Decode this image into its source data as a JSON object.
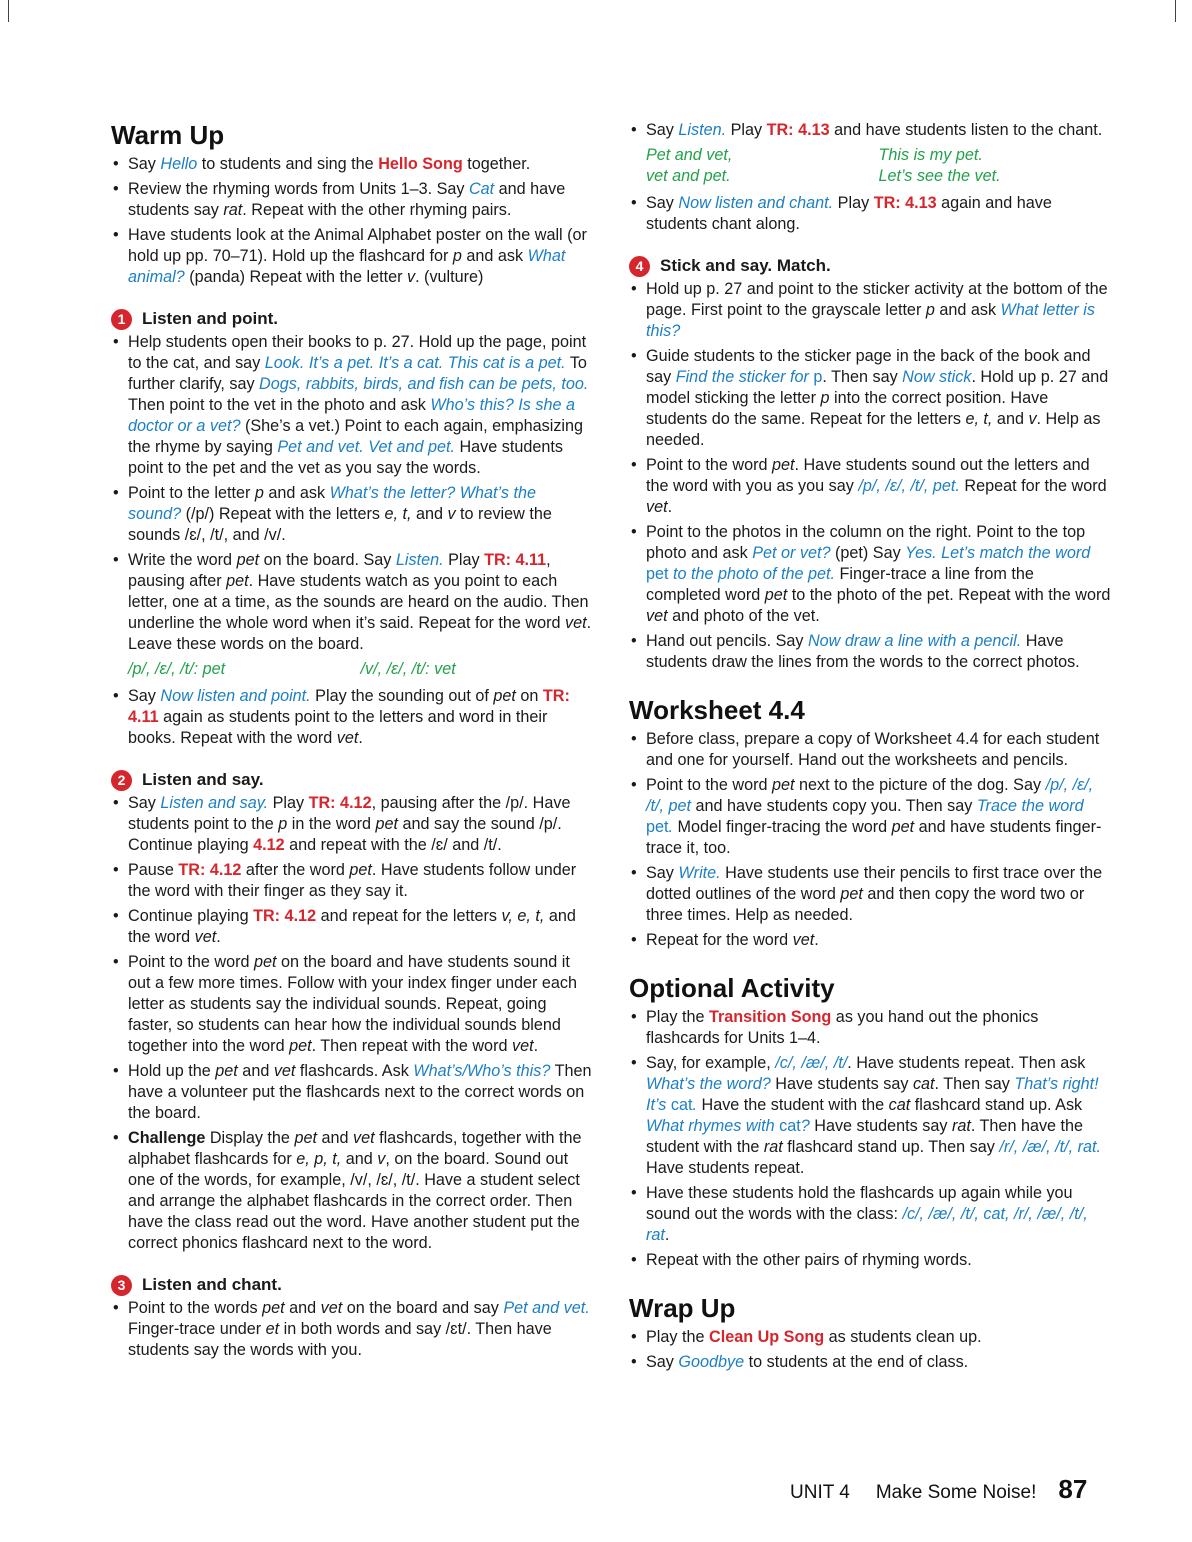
{
  "footer": {
    "unit": "UNIT 4",
    "title": "Make Some Noise!",
    "page": "87"
  },
  "warmup": {
    "heading": "Warm Up",
    "b1": [
      "Say ",
      "Hello",
      " to students and sing the ",
      "Hello Song",
      " together."
    ],
    "b2": [
      "Review the rhyming words from Units 1–3. Say ",
      "Cat",
      " and have students say ",
      "rat",
      ". Repeat with the other rhyming pairs."
    ],
    "b3": [
      "Have students look at the Animal Alphabet poster on the wall (or hold up pp. 70–71). Hold up the flashcard for ",
      "p",
      " and ask ",
      "What animal?",
      " (panda) Repeat with the letter ",
      "v",
      ". (vulture)"
    ]
  },
  "s1": {
    "num": "1",
    "heading": "Listen and point.",
    "b1": [
      "Help students open their books to p. 27. Hold up the page, point to the cat, and say ",
      "Look. It’s a pet. It’s a cat. This cat is a pet.",
      " To further clarify, say ",
      "Dogs, rabbits, birds, and fish can be pets, too.",
      " Then point to the vet in the photo and ask ",
      "Who’s this? Is she a doctor or a vet?",
      " (She’s a vet.) Point to each again, emphasizing the rhyme by saying ",
      "Pet and vet. Vet and pet.",
      " Have students point to the pet and the vet as you say the words."
    ],
    "b2": [
      "Point to the letter ",
      "p",
      " and ask ",
      "What’s the letter? What’s the sound?",
      " (/p/) Repeat with the letters ",
      "e, t,",
      " and ",
      "v",
      " to review the sounds /ɛ/, /t/, and /v/."
    ],
    "b3": [
      "Write the word ",
      "pet",
      " on the board. Say ",
      "Listen.",
      " Play ",
      "TR: 4.11",
      ", pausing after ",
      "pet",
      ". Have students watch as you point to each letter, one at a time, as the sounds are heard on the audio. Then underline the whole word when it’s said. Repeat for the word ",
      "vet",
      ". Leave these words on the board."
    ],
    "pair": [
      "/p/, /ɛ/, /t/: pet",
      "/v/, /ɛ/, /t/: vet"
    ],
    "b4": [
      "Say ",
      "Now listen and point.",
      " Play the sounding out of ",
      "pet",
      " on ",
      "TR: 4.11",
      " again as students point to the letters and word in their books. Repeat with the word ",
      "vet",
      "."
    ]
  },
  "s2": {
    "num": "2",
    "heading": "Listen and say.",
    "b1": [
      "Say ",
      "Listen and say.",
      " Play ",
      "TR: 4.12",
      ", pausing after the /p/. Have students point to the ",
      "p",
      " in the word ",
      "pet",
      " and say the sound /p/. Continue playing ",
      "4.12",
      " and repeat with the /ɛ/ and /t/."
    ],
    "b2": [
      "Pause ",
      "TR: 4.12",
      " after the word ",
      "pet",
      ". Have students follow under the word with their finger as they say it."
    ],
    "b3": [
      "Continue playing ",
      "TR: 4.12",
      " and repeat for the letters ",
      "v, e, t,",
      " and the word ",
      "vet",
      "."
    ],
    "b4": [
      "Point to the word ",
      "pet",
      " on the board and have students sound it out a few more times. Follow with your index finger under each letter as students say the individual sounds. Repeat, going faster, so students can hear how the individual sounds blend together into the word ",
      "pet",
      ". Then repeat with the word ",
      "vet",
      "."
    ],
    "b5": [
      "Hold up the ",
      "pet",
      " and ",
      "vet",
      " flashcards. Ask ",
      "What’s/Who’s this?",
      " Then have a volunteer put the flashcards next to the correct words on the board."
    ],
    "b6": [
      "Challenge",
      " Display the ",
      "pet",
      " and ",
      "vet",
      " flashcards, together with the alphabet flashcards for ",
      "e, p, t,",
      " and ",
      "v",
      ", on the board. Sound out one of the words, for example, /v/, /ɛ/, /t/. Have a student select and arrange the alphabet flashcards in the correct order. Then have the class read out the word. Have another student put the correct phonics flashcard next to the word."
    ]
  },
  "s3": {
    "num": "3",
    "heading": "Listen and chant.",
    "b1": [
      "Point to the words ",
      "pet",
      " and ",
      "vet",
      " on the board and say ",
      "Pet and vet.",
      " Finger-trace under ",
      "et",
      " in both words and say /ɛt/. Then have students say the words with you."
    ],
    "b2": [
      "Say ",
      "Listen.",
      " Play ",
      "TR: 4.13",
      " and have students listen to the chant."
    ],
    "chant_l": [
      "Pet and vet,",
      "vet and pet."
    ],
    "chant_r": [
      "This is my pet.",
      "Let’s see the vet."
    ],
    "b3": [
      "Say ",
      "Now listen and chant.",
      " Play ",
      "TR: 4.13",
      " again and have students chant along."
    ]
  },
  "s4": {
    "num": "4",
    "heading": "Stick and say. Match.",
    "b1": [
      "Hold up p. 27 and point to the sticker activity at the bottom of the page. First point to the grayscale letter ",
      "p",
      " and ask ",
      "What letter is this?"
    ],
    "b2": [
      "Guide students to the sticker page in the back of the book and say ",
      "Find the sticker for ",
      "p",
      ". Then say ",
      "Now stick",
      ". Hold up p. 27 and model sticking the letter ",
      "p",
      " into the correct position. Have students do the same. Repeat for the letters ",
      "e, t,",
      " and ",
      "v",
      ". Help as needed."
    ],
    "b3": [
      "Point to the word ",
      "pet",
      ". Have students sound out the letters and the word with you as you say ",
      "/p/, /ɛ/, /t/, pet.",
      " Repeat for the word ",
      "vet",
      "."
    ],
    "b4": [
      "Point to the photos in the column on the right. Point to the top photo and ask ",
      "Pet or vet?",
      " (pet) Say ",
      "Yes. Let’s match the word ",
      "pet",
      " to the photo of the pet.",
      " Finger-trace a line from the completed word ",
      "pet",
      " to the photo of the pet. Repeat with the word ",
      "vet",
      " and photo of the vet."
    ],
    "b5": [
      "Hand out pencils. Say ",
      "Now draw a line with a pencil.",
      " Have students draw the lines from the words to the correct photos."
    ]
  },
  "ws": {
    "heading": "Worksheet 4.4",
    "b1": [
      "Before class, prepare a copy of Worksheet 4.4 for each student and one for yourself. Hand out the worksheets and pencils."
    ],
    "b2": [
      "Point to the word ",
      "pet",
      " next to the picture of the dog. Say ",
      "/p/, /ɛ/, /t/, pet",
      " and have students copy you. Then say ",
      "Trace the word ",
      "pet",
      ".",
      " Model finger-tracing the word ",
      "pet",
      " and have students finger-trace it, too."
    ],
    "b3": [
      "Say ",
      "Write.",
      " Have students use their pencils to first trace over the dotted outlines of the word ",
      "pet",
      " and then copy the word two or three times. Help as needed."
    ],
    "b4": [
      "Repeat for the word ",
      "vet",
      "."
    ]
  },
  "opt": {
    "heading": "Optional Activity",
    "b1": [
      "Play the ",
      "Transition Song",
      " as you hand out the phonics flashcards for Units 1–4."
    ],
    "b2": [
      "Say, for example, ",
      "/c/, /æ/, /t/",
      ". Have students repeat. Then ask ",
      "What’s the word?",
      " Have students say ",
      "cat",
      ". Then say ",
      "That’s right! It’s ",
      "cat",
      ".",
      " Have the student with the ",
      "cat",
      " flashcard stand up. Ask ",
      "What rhymes with ",
      "cat",
      "?",
      " Have students say ",
      "rat",
      ". Then have the student with the ",
      "rat",
      " flashcard stand up. Then say ",
      "/r/, /æ/, /t/, rat.",
      " Have students repeat."
    ],
    "b3": [
      "Have these students hold the flashcards up again while you sound out the words with the class: ",
      "/c/, /æ/, /t/, cat, /r/, /æ/, /t/, rat",
      "."
    ],
    "b4": [
      "Repeat with the other pairs of rhyming words."
    ]
  },
  "wrap": {
    "heading": "Wrap Up",
    "b1": [
      "Play the ",
      "Clean Up Song",
      " as students clean up."
    ],
    "b2": [
      "Say ",
      "Goodbye",
      " to students at the end of class."
    ]
  }
}
